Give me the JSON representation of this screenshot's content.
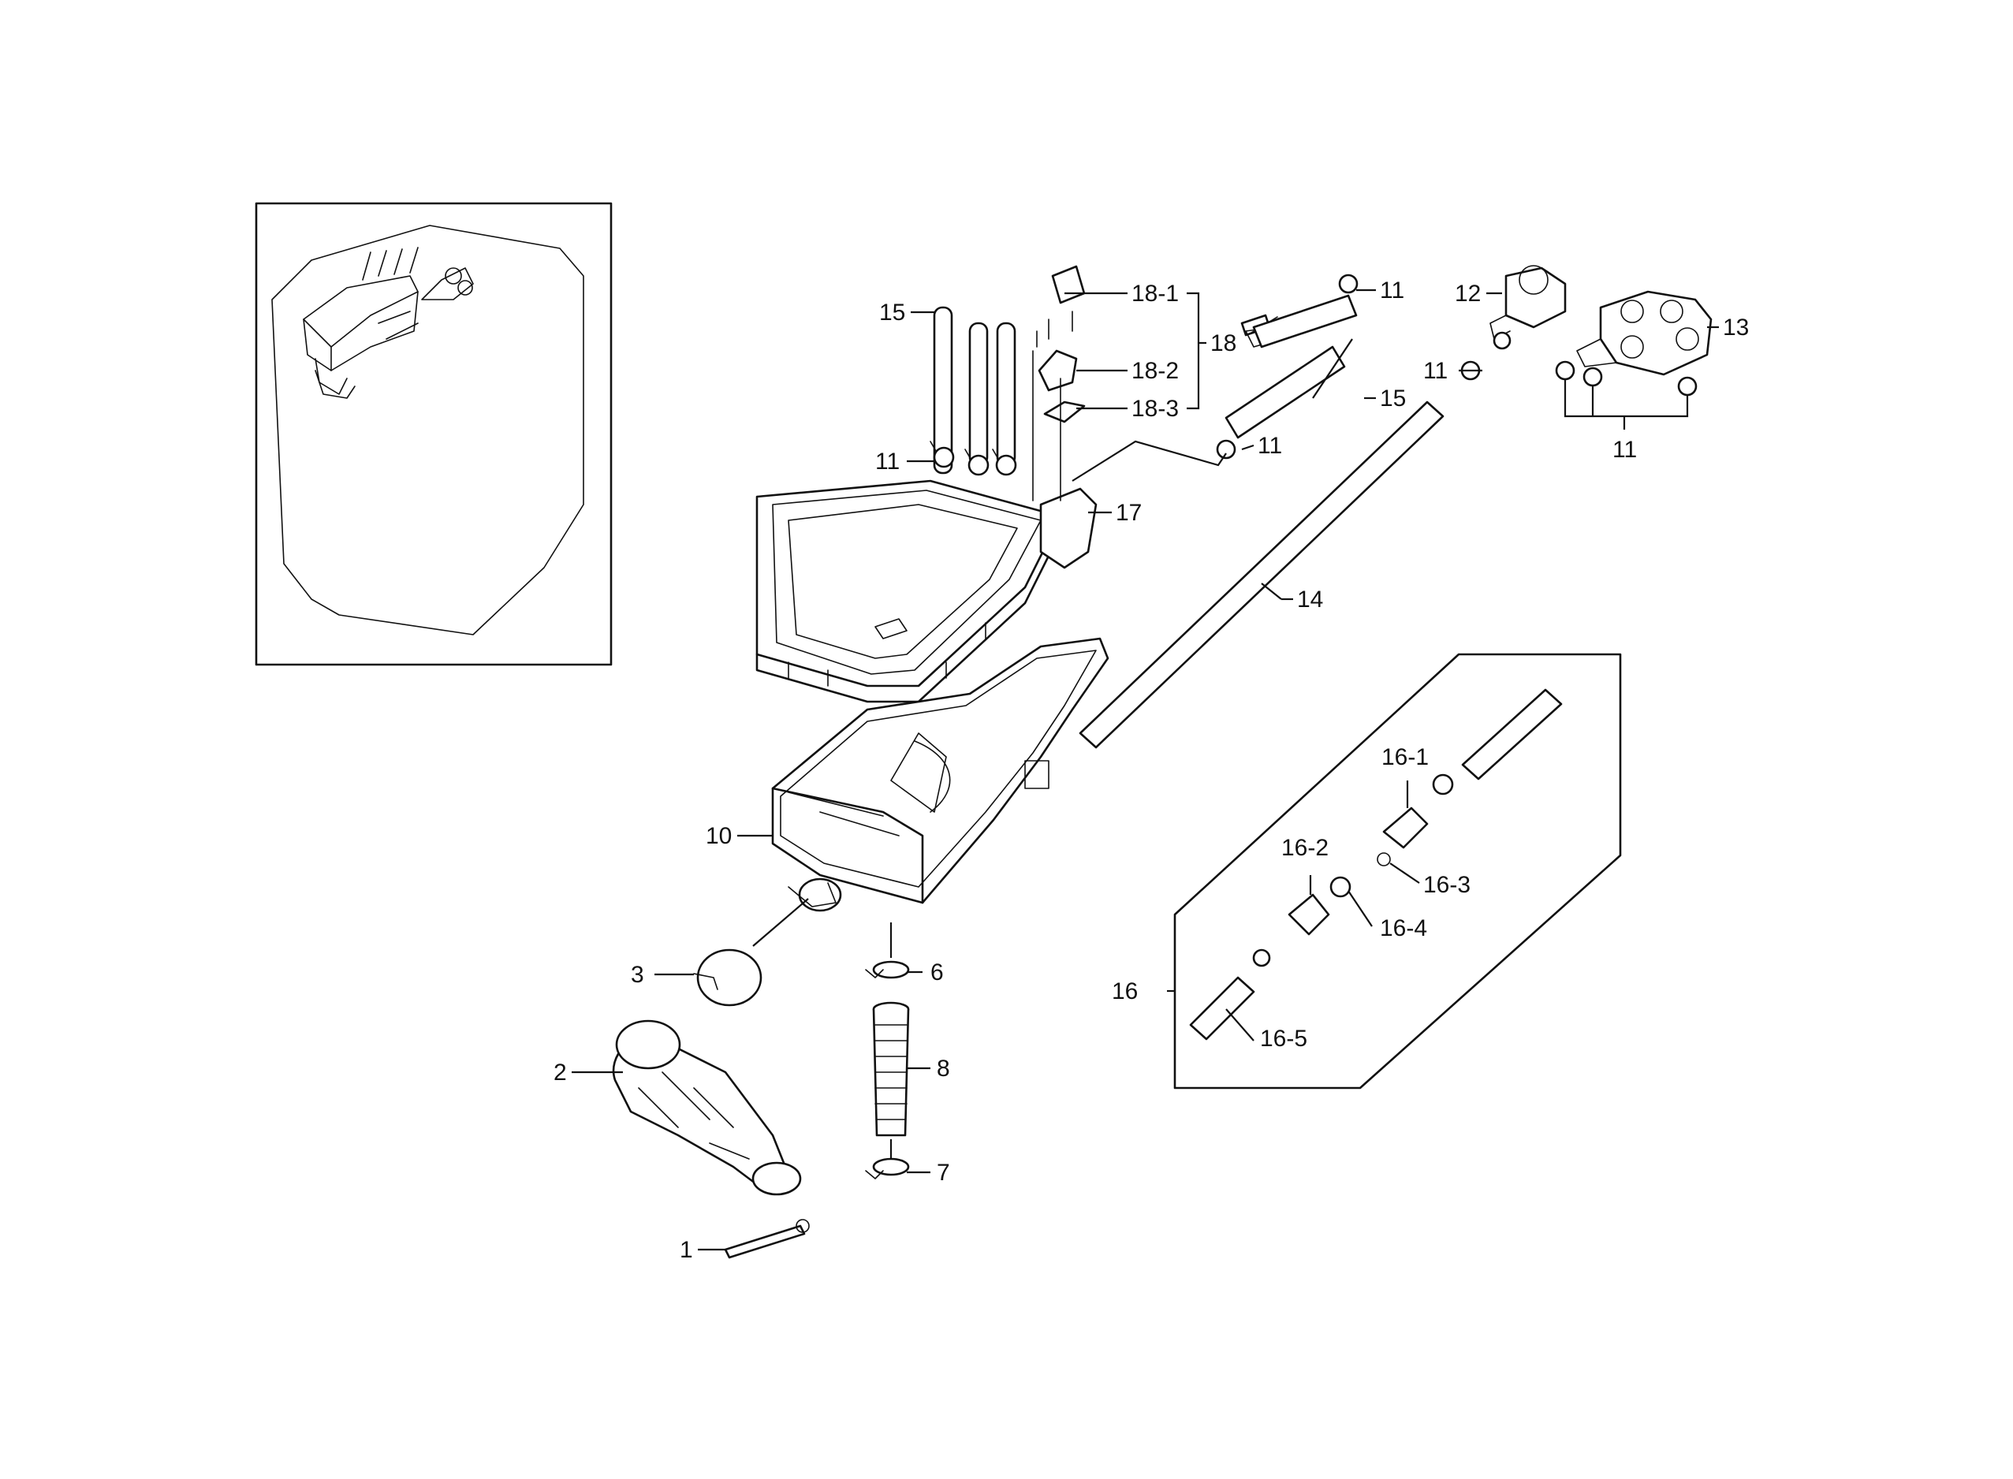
{
  "callouts": {
    "c1": "1",
    "c2": "2",
    "c3": "3",
    "c6": "6",
    "c7": "7",
    "c8": "8",
    "c10": "10",
    "c11_a": "11",
    "c11_b": "11",
    "c11_c": "11",
    "c11_d": "11",
    "c11_e": "11",
    "c12": "12",
    "c13": "13",
    "c14": "14",
    "c15_a": "15",
    "c15_b": "15",
    "c16": "16",
    "c16_1": "16-1",
    "c16_2": "16-2",
    "c16_3": "16-3",
    "c16_4": "16-4",
    "c16_5": "16-5",
    "c17": "17",
    "c18": "18",
    "c18_1": "18-1",
    "c18_2": "18-2",
    "c18_3": "18-3"
  }
}
